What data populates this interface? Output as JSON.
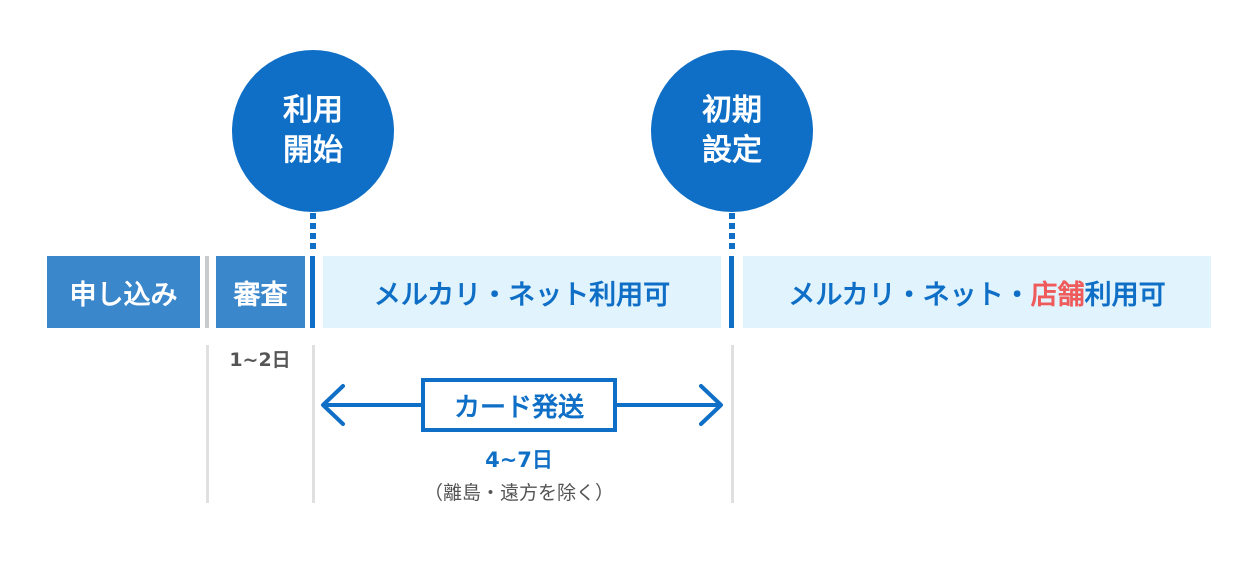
{
  "milestones": {
    "start": {
      "line1": "利用",
      "line2": "開始"
    },
    "setup": {
      "line1": "初期",
      "line2": "設定"
    }
  },
  "stages": {
    "apply": "申し込み",
    "review": "審査",
    "net": "メルカリ・ネット利用可",
    "store_prefix": "メルカリ・ネット・",
    "store_highlight": "店舗",
    "store_suffix": " 利用可"
  },
  "review_days": "1~2日",
  "shipping": {
    "label": "カード発送",
    "days": "4~7日",
    "note": "（離島・遠方を除く）"
  },
  "colors": {
    "primary_blue": "#0f6fc6",
    "box_blue": "#3b87cc",
    "light_blue": "#e1f4fd",
    "highlight_red": "#ef5a5a"
  }
}
